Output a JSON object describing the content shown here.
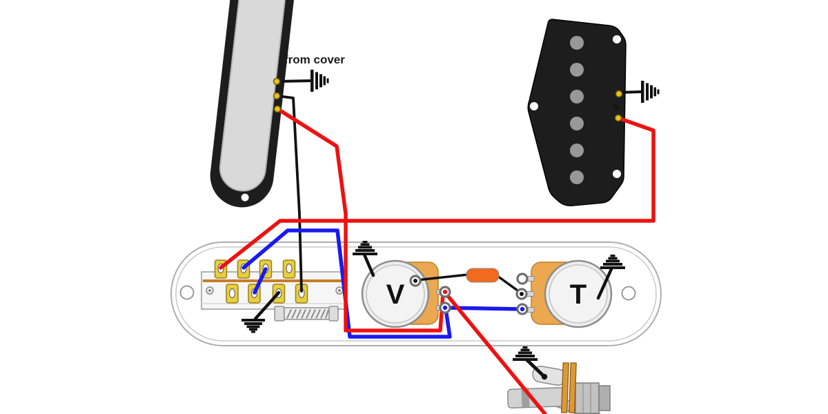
{
  "diagram": {
    "type": "guitar-wiring-diagram",
    "labels": {
      "neck_ground": "from cover",
      "volume": "V",
      "tone": "T"
    },
    "wire_colors": {
      "hot_red": "#ee1111",
      "signal_blue": "#1a1aee",
      "ground_black": "#111111"
    },
    "palette": {
      "pickup_body": "#1d1d1d",
      "pickup_cover_inner": "#d9d9d9",
      "pole_piece": "#989898",
      "pot_base": "#ecа84f",
      "pot_base_fill": "#eca84f",
      "pot_base_stroke": "#b97f28",
      "pot_body": "#efefef",
      "capacitor": "#f26a1e",
      "lug_gold": "#e9ce3e",
      "lug_gold_stroke": "#94801a",
      "plate_outline": "#adadad",
      "metal_gray": "#d2d2d2",
      "copper_bar": "#c87c28"
    },
    "components": [
      {
        "id": "neck-pickup",
        "desc": "covered single-coil pickup, 3 solder lugs",
        "lugs": 3
      },
      {
        "id": "bridge-pickup",
        "desc": "black bridge pickup on plate, 6 pole pieces",
        "lugs": 3,
        "poles": 6
      },
      {
        "id": "control-plate",
        "desc": "oval control plate, 2 mounting holes"
      },
      {
        "id": "selector-switch",
        "desc": "3-way lever switch",
        "top_lugs": 4,
        "bottom_lugs": 4,
        "has_spring": true
      },
      {
        "id": "volume-pot",
        "label": "V",
        "lugs": 3
      },
      {
        "id": "tone-pot",
        "label": "T",
        "lugs": 3
      },
      {
        "id": "capacitor",
        "desc": "orange tubular capacitor"
      },
      {
        "id": "output-jack",
        "desc": "mono output jack with fiber washers"
      },
      {
        "id": "ground-symbol",
        "count": 6
      }
    ],
    "connections": [
      {
        "from": "neck-pickup.top-lug",
        "to": "ground (from cover)",
        "color": "black"
      },
      {
        "from": "neck-pickup.middle-lug",
        "to": "switch.bottom-lug-4",
        "color": "black"
      },
      {
        "from": "neck-pickup.bottom-lug",
        "to": "volume.middle-lug",
        "color": "red"
      },
      {
        "from": "bridge-pickup.top-lug",
        "to": "ground",
        "color": "black"
      },
      {
        "from": "bridge-pickup.bottom-lug",
        "to": "switch.top-lug-1",
        "color": "red"
      },
      {
        "from": "switch.top-lug-2",
        "to": "volume.bottom-lug",
        "color": "blue"
      },
      {
        "from": "switch.top-lug-3",
        "to": "switch.bottom-lug-2",
        "color": "blue"
      },
      {
        "from": "switch.bottom-lug-3",
        "to": "ground",
        "color": "black"
      },
      {
        "from": "volume.top-lug",
        "to": "capacitor.left",
        "color": "black"
      },
      {
        "from": "capacitor.right",
        "to": "tone.middle-lug",
        "color": "black"
      },
      {
        "from": "volume.bottom-lug",
        "to": "tone.bottom-lug",
        "color": "blue"
      },
      {
        "from": "volume.casing",
        "to": "ground",
        "color": "black"
      },
      {
        "from": "tone.casing",
        "to": "ground",
        "color": "black"
      },
      {
        "from": "volume.middle-lug",
        "to": "output-jack.tip",
        "color": "red"
      },
      {
        "from": "output-jack.sleeve-lug",
        "to": "ground",
        "color": "black"
      }
    ]
  }
}
